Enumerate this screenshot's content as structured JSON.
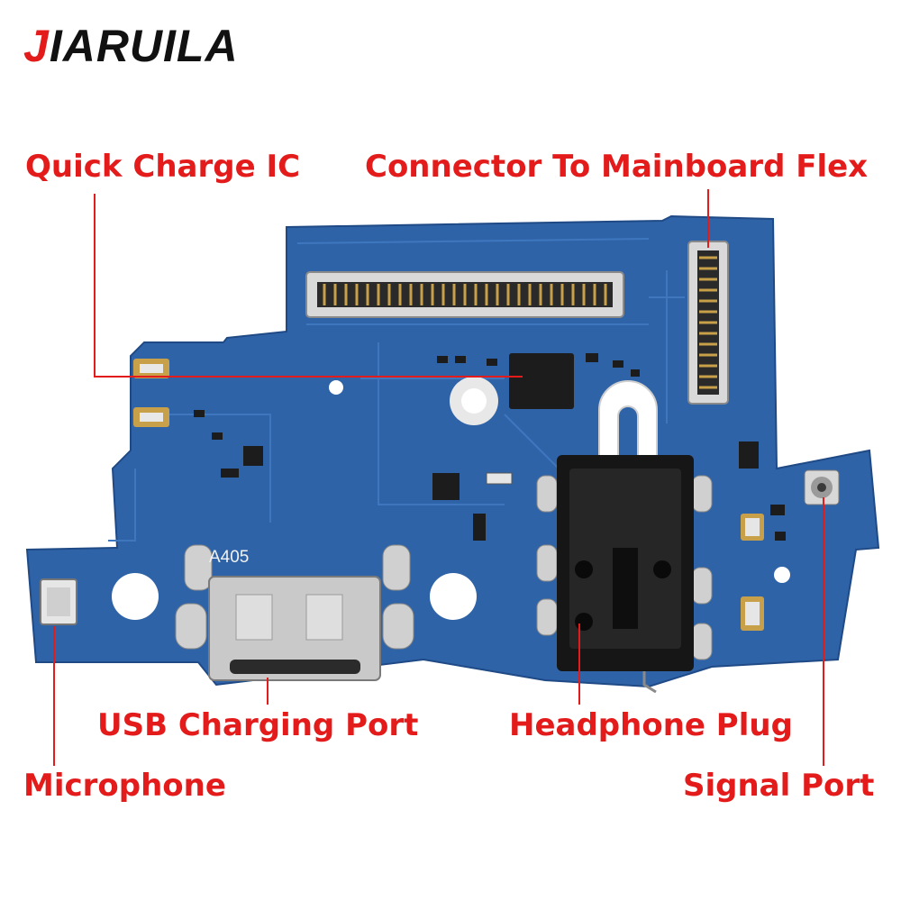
{
  "brand": {
    "first_letter": "J",
    "rest": "IARUILA"
  },
  "board_marking": "A405",
  "labels": {
    "quick_charge_ic": "Quick Charge IC",
    "connector_to_mainboard_flex": "Connector To Mainboard Flex",
    "usb_charging_port": "USB Charging Port",
    "headphone_plug": "Headphone Plug",
    "microphone": "Microphone",
    "signal_port": "Signal Port"
  },
  "colors": {
    "label_red": "#e31b1b",
    "pcb_blue": "#2f63a8",
    "brand_black": "#111111"
  }
}
